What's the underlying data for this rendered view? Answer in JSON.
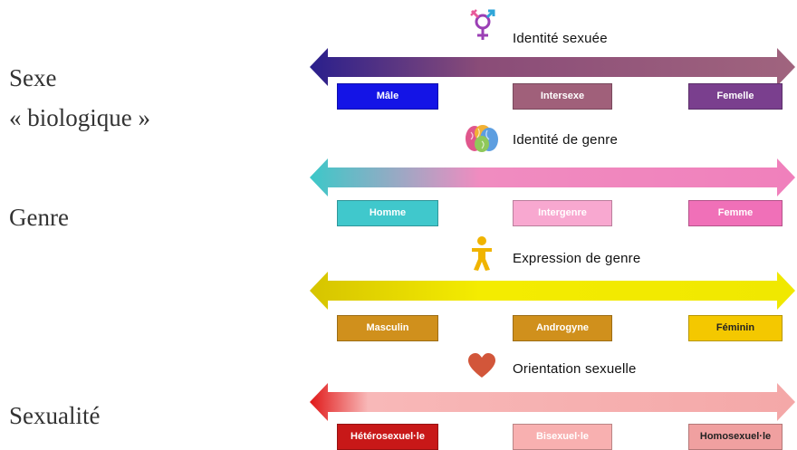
{
  "left_labels": {
    "sexe": "Sexe",
    "biologique": "« biologique »",
    "genre": "Genre",
    "sexualite": "Sexualité"
  },
  "rows": [
    {
      "title": "Identité sexuée",
      "icon": "transgender-symbol-icon",
      "arrow_colors": [
        "#2a1f8c",
        "#8a4c78",
        "#a0647e"
      ],
      "boxes": [
        {
          "label": "Mâle",
          "bg": "#1414e6",
          "color": "#ffffff"
        },
        {
          "label": "Intersexe",
          "bg": "#a0607a",
          "color": "#ffffff"
        },
        {
          "label": "Femelle",
          "bg": "#7a3f8e",
          "color": "#ffffff"
        }
      ]
    },
    {
      "title": "Identité de genre",
      "icon": "brain-icon",
      "arrow_colors": [
        "#3cc8c8",
        "#f08cc0",
        "#f080bc"
      ],
      "boxes": [
        {
          "label": "Homme",
          "bg": "#40c8cc",
          "color": "#ffffff"
        },
        {
          "label": "Intergenre",
          "bg": "#f8a8d0",
          "color": "#ffffff"
        },
        {
          "label": "Femme",
          "bg": "#f070b8",
          "color": "#ffffff"
        }
      ]
    },
    {
      "title": "Expression de genre",
      "icon": "person-icon",
      "arrow_colors": [
        "#d6c400",
        "#f4ec00",
        "#f0e800"
      ],
      "boxes": [
        {
          "label": "Masculin",
          "bg": "#d0901c",
          "color": "#ffffff"
        },
        {
          "label": "Androgyne",
          "bg": "#d0901c",
          "color": "#ffffff"
        },
        {
          "label": "Féminin",
          "bg": "#f4c800",
          "color": "#222222"
        }
      ]
    },
    {
      "title": "Orientation sexuelle",
      "icon": "heart-icon",
      "arrow_colors": [
        "#e01818",
        "#f8b8b8",
        "#f4a8a8"
      ],
      "boxes": [
        {
          "label": "Hétérosexuel·le",
          "bg": "#c81818",
          "color": "#ffffff"
        },
        {
          "label": "Bisexuel·le",
          "bg": "#f8b0b0",
          "color": "#ffffff"
        },
        {
          "label": "Homosexuel·le",
          "bg": "#f0a0a0",
          "color": "#222222"
        }
      ]
    }
  ]
}
